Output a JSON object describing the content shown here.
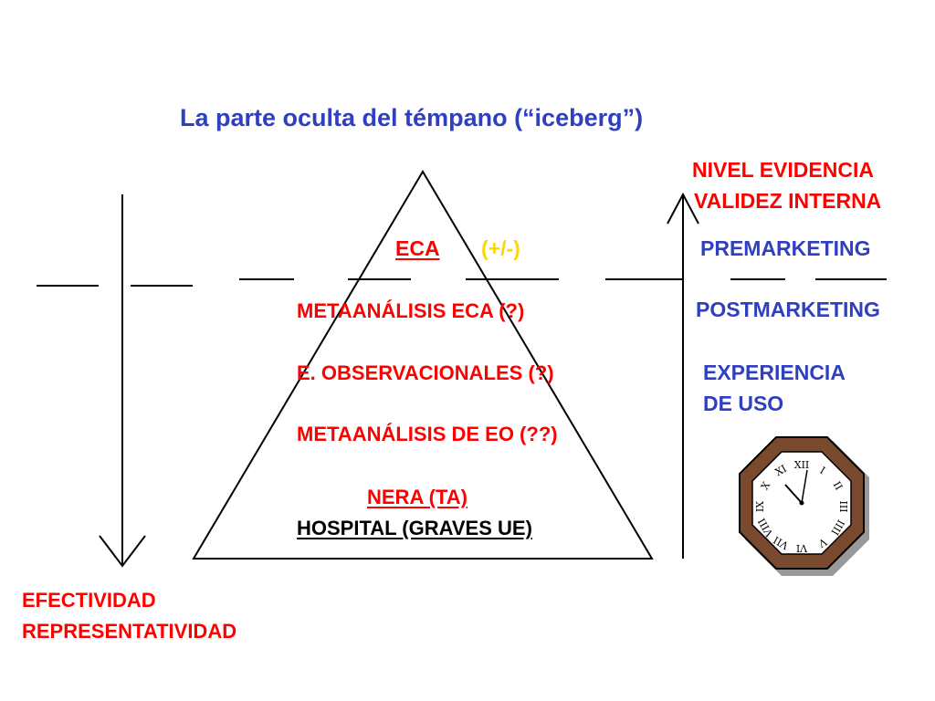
{
  "title": "La parte oculta del témpano (“iceberg”)",
  "right_axis": {
    "label_line1": "NIVEL EVIDENCIA",
    "label_line2": "VALIDEZ INTERNA"
  },
  "left_axis": {
    "label_line1": "EFECTIVIDAD",
    "label_line2": "REPRESENTATIVIDAD"
  },
  "pyramid": {
    "top_label": "ECA",
    "top_qualifier": "(+/-)",
    "levels": [
      "METAANÁLISIS ECA (?)",
      "E. OBSERVACIONALES (?)",
      "METAANÁLISIS DE EO (??)",
      "NERA (TA)",
      "HOSPITAL (GRAVES UE)"
    ]
  },
  "phases": {
    "premarketing": "PREMARKETING",
    "postmarketing": "POSTMARKETING",
    "experiencia_line1": "EXPERIENCIA",
    "experiencia_line2": "DE USO"
  },
  "clock": {
    "numerals": [
      "XII",
      "I",
      "II",
      "III",
      "IIII",
      "V",
      "VI",
      "VII",
      "VIII",
      "IX",
      "X",
      "XI"
    ]
  },
  "colors": {
    "title_blue": "#2f3fbf",
    "red": "#ff0000",
    "yellow": "#ffd700",
    "clock_brown": "#7a4a2e"
  }
}
